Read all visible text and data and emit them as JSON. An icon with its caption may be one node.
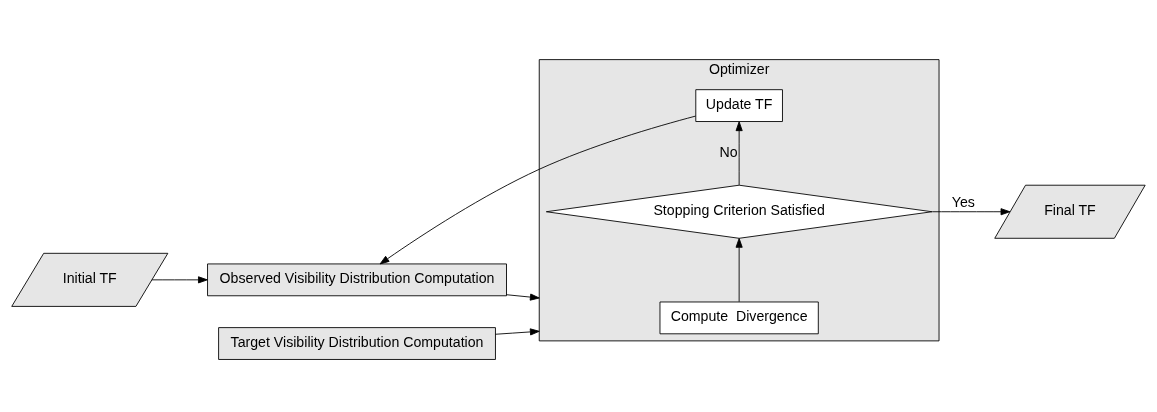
{
  "diagram": {
    "nodes": [
      {
        "text": [
          "Optimizer"
        ]
      },
      {
        "text": [
          "Target Visibility Distribution Computation"
        ]
      },
      {
        "text": [
          "Observed Visibility Distribution Computation"
        ]
      },
      {
        "text": [
          "Initial TF"
        ]
      },
      {
        "text": [
          "Compute  Divergence"
        ],
        "in": 0
      },
      {
        "text": [
          "Stopping Criterion Satisfied"
        ],
        "in": 0
      },
      {
        "text": [
          "Update TF"
        ],
        "in": 0
      },
      {
        "text": [
          "Final TF"
        ]
      }
    ],
    "edges": [
      {
        "from": 1,
        "to": 0,
        "arrow": "to"
      },
      {
        "from": 2,
        "to": 0,
        "arrow": "to"
      },
      {
        "from": 3,
        "to": 2,
        "arrow": "to"
      },
      {
        "from": 4,
        "to": 5,
        "arrow": "to"
      },
      {
        "from": 5,
        "to": 7,
        "arrow": "to",
        "label": "Yes"
      },
      {
        "from": 5,
        "to": 6,
        "arrow": "to",
        "label": "No"
      },
      {
        "from": 6,
        "to": 2,
        "arrow": "to"
      }
    ]
  }
}
